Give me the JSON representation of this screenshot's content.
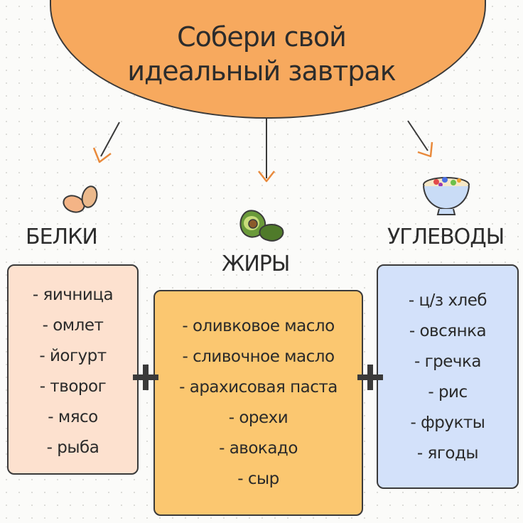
{
  "header": {
    "title_line1": "Собери свой",
    "title_line2": "идеальный завтрак"
  },
  "columns": {
    "proteins": {
      "heading": "БЕЛКИ",
      "icon": "eggs-icon",
      "color": "#fde1cf",
      "items": [
        "- яичница",
        "- омлет",
        "- йогурт",
        "- творог",
        "- мясо",
        "- рыба"
      ]
    },
    "fats": {
      "heading": "ЖИРЫ",
      "icon": "avocado-icon",
      "color": "#fbc770",
      "items": [
        "- оливковое масло",
        "- сливочное масло",
        "- арахисовая паста",
        "- орехи",
        "- авокадо",
        "- сыр"
      ]
    },
    "carbs": {
      "heading": "УГЛЕВОДЫ",
      "icon": "bowl-icon",
      "color": "#d3e1fa",
      "items": [
        "- ц/з хлеб",
        "- овсянка",
        "- гречка",
        "- рис",
        "- фрукты",
        "- ягоды"
      ]
    }
  },
  "colors": {
    "header": "#f7a95e",
    "arrow": "#e98a3c",
    "outline": "#3a3a3a"
  }
}
